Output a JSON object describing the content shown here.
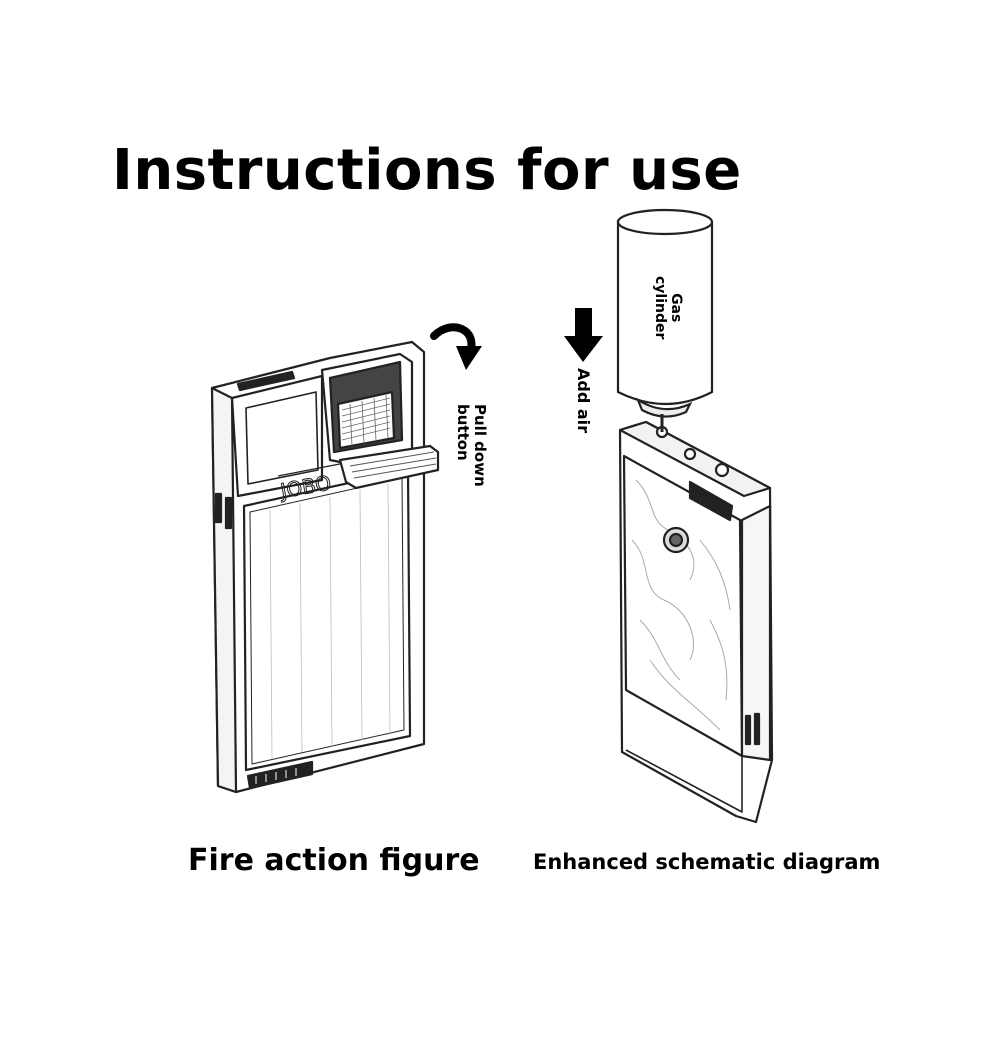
{
  "title": "Instructions for use",
  "left_figure": {
    "caption": "Fire action figure",
    "annotation": "Pull down button",
    "annotation_lines": [
      "Pull down",
      "button"
    ]
  },
  "right_figure": {
    "caption": "Enhanced schematic diagram",
    "arrow_label": "Add air",
    "cylinder_label": "Gas cylinder",
    "cylinder_lines": [
      "Gas",
      "cylinder"
    ]
  },
  "icons": [
    "curved-arrow-icon",
    "down-arrow-icon",
    "lighter-drawing",
    "gas-cylinder-drawing"
  ]
}
